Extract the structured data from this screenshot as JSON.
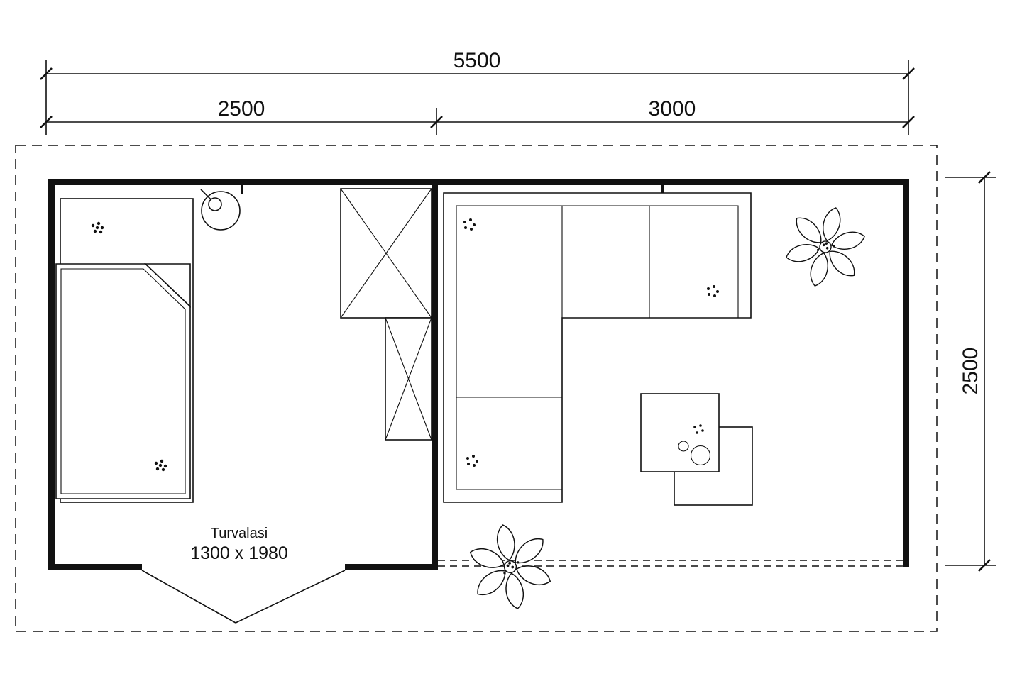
{
  "drawing": {
    "dimensions": {
      "total_width": "5500",
      "left_section": "2500",
      "right_section": "3000",
      "depth": "2500"
    },
    "door": {
      "label": "Turvalasi",
      "size": "1300 x 1980"
    },
    "colors": {
      "ink": "#111111",
      "background": "#ffffff"
    }
  }
}
